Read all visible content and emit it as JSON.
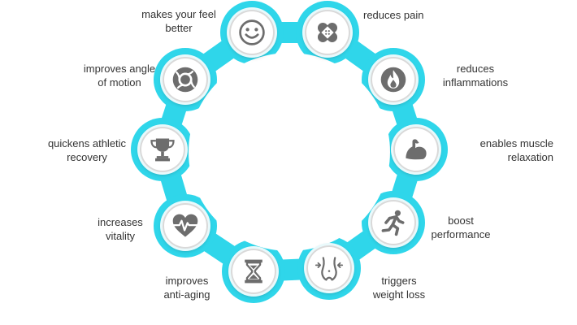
{
  "colors": {
    "ring": "#2fd6ea",
    "icon": "#6d6d6d",
    "text": "#333333"
  },
  "benefits": [
    {
      "icon": "smiley-icon",
      "lines": [
        "makes your feel",
        "better"
      ]
    },
    {
      "icon": "bandage-icon",
      "lines": [
        "reduces pain"
      ]
    },
    {
      "icon": "flame-icon",
      "lines": [
        "reduces",
        "inflammations"
      ]
    },
    {
      "icon": "flexed-arm-icon",
      "lines": [
        "enables muscle",
        "relaxation"
      ]
    },
    {
      "icon": "runner-icon",
      "lines": [
        "boost",
        "performance"
      ]
    },
    {
      "icon": "waist-icon",
      "lines": [
        "triggers",
        "weight loss"
      ]
    },
    {
      "icon": "hourglass-icon",
      "lines": [
        "improves",
        "anti-aging"
      ]
    },
    {
      "icon": "heart-pulse-icon",
      "lines": [
        "increases",
        "vitality"
      ]
    },
    {
      "icon": "trophy-icon",
      "lines": [
        "quickens athletic",
        "recovery"
      ]
    },
    {
      "icon": "joint-icon",
      "lines": [
        "improves angle",
        "of motion"
      ]
    }
  ]
}
